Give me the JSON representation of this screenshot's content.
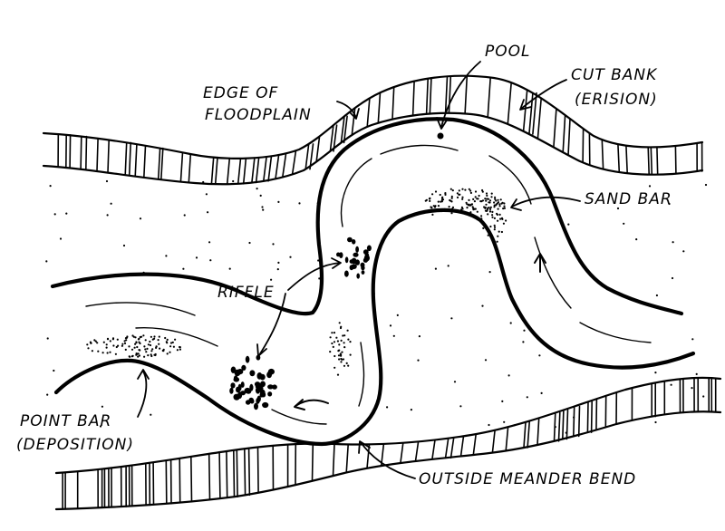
{
  "colors": {
    "ink": "#000000",
    "paper": "#ffffff"
  },
  "labels": {
    "pool": "POOL",
    "cut_bank_line1": "CUT BANK",
    "cut_bank_line2": "(ERISION)",
    "edge_line1": "EDGE OF",
    "edge_line2": "FLOODPLAIN",
    "sand_bar": "SAND BAR",
    "riffle": "RIFFLE",
    "point_bar_line1": "POINT BAR",
    "point_bar_line2": "(DEPOSITION)",
    "outside_meander": "OUTSIDE MEANDER BEND"
  }
}
